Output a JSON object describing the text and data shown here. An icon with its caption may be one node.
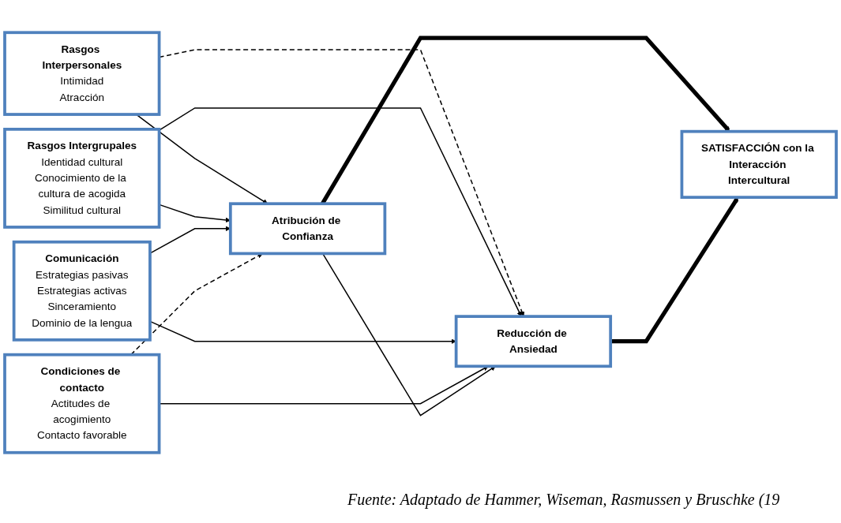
{
  "diagram": {
    "caption": "Fuente: Adaptado de Hammer, Wiseman, Rasmussen y Bruschke (19",
    "nodes": [
      {
        "text": [
          "Rasgos Interpersonales",
          "Intimidad",
          "Atracción"
        ]
      },
      {
        "text": [
          "Rasgos Intergrupales",
          "Identidad cultural",
          "Conocimiento de la cultura de acogida",
          "Similitud cultural"
        ]
      },
      {
        "text": [
          "Comunicación",
          "Estrategias pasivas",
          "Estrategias activas",
          "Sinceramiento",
          "Dominio de la lengua"
        ]
      },
      {
        "text": [
          "Condiciones de contacto",
          "Actitudes de acogimiento",
          "Contacto favorable"
        ]
      },
      {
        "text": [
          "Atribución de Confianza"
        ]
      },
      {
        "text": [
          "Reducción de Ansiedad"
        ]
      },
      {
        "text": [
          "SATISFACCIÓN con la Interacción Intercultural"
        ]
      }
    ],
    "edges": [
      {
        "from": 0,
        "to": 4,
        "arrow": "to"
      },
      {
        "from": 0,
        "to": 5,
        "arrow": "to",
        "style": "dashed"
      },
      {
        "from": 1,
        "to": 4,
        "arrow": "to"
      },
      {
        "from": 1,
        "to": 5,
        "arrow": "to"
      },
      {
        "from": 2,
        "to": 4,
        "arrow": "to"
      },
      {
        "from": 2,
        "to": 5,
        "arrow": "to"
      },
      {
        "from": 3,
        "to": 4,
        "arrow": "to",
        "style": "dashed"
      },
      {
        "from": 3,
        "to": 5,
        "arrow": "to"
      },
      {
        "from": 4,
        "to": 5,
        "arrow": "to"
      },
      {
        "from": 4,
        "to": 6,
        "arrow": "to",
        "style": "thick"
      },
      {
        "from": 5,
        "to": 6,
        "arrow": "to",
        "style": "thick"
      }
    ]
  }
}
